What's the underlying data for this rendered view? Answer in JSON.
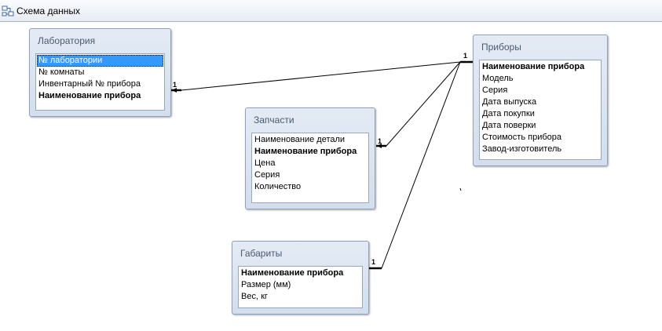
{
  "window": {
    "title": "Схема данных"
  },
  "tables": {
    "lab": {
      "title": "Лаборатория",
      "fields": [
        {
          "label": "№ лаборатории",
          "key": false,
          "selected": true
        },
        {
          "label": "№ комнаты",
          "key": false
        },
        {
          "label": "Инвентарный № прибора",
          "key": false
        },
        {
          "label": "Наименование прибора",
          "key": true
        }
      ]
    },
    "pribory": {
      "title": "Приборы",
      "fields": [
        {
          "label": "Наименование прибора",
          "key": true
        },
        {
          "label": "Модель",
          "key": false
        },
        {
          "label": "Серия",
          "key": false
        },
        {
          "label": "Дата выпуска",
          "key": false
        },
        {
          "label": "Дата покупки",
          "key": false
        },
        {
          "label": "Дата поверки",
          "key": false
        },
        {
          "label": "Стоимость прибора",
          "key": false
        },
        {
          "label": "Завод-изготовитель",
          "key": false
        }
      ]
    },
    "zapchasti": {
      "title": "Запчасти",
      "fields": [
        {
          "label": "Наименование детали",
          "key": false
        },
        {
          "label": "Наименование прибора",
          "key": true
        },
        {
          "label": "Цена",
          "key": false
        },
        {
          "label": "Серия",
          "key": false
        },
        {
          "label": "Количество",
          "key": false
        }
      ]
    },
    "gabarity": {
      "title": "Габариты",
      "fields": [
        {
          "label": "Наименование прибора",
          "key": true
        },
        {
          "label": "Размер (мм)",
          "key": false
        },
        {
          "label": "Вес, кг",
          "key": false
        }
      ]
    }
  },
  "relations": {
    "one_label": "1"
  }
}
